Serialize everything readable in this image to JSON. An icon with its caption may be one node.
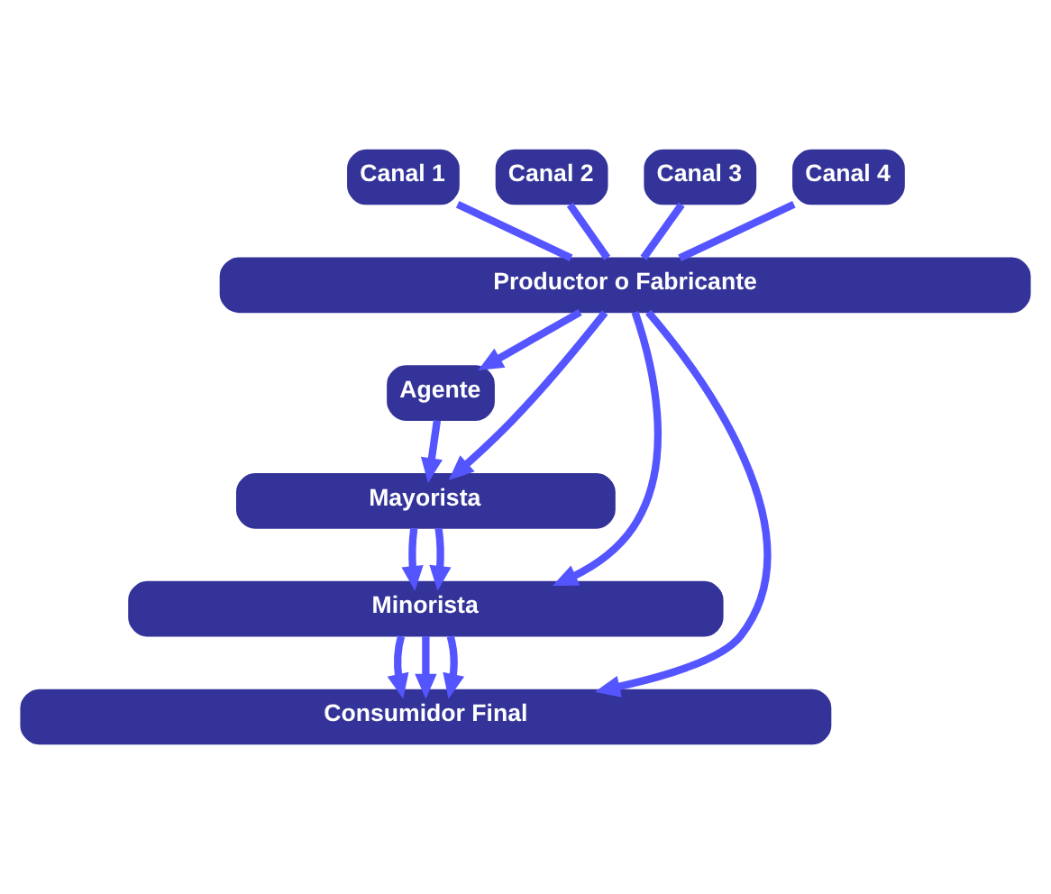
{
  "diagram": {
    "nodes": [
      {
        "text": [
          "Canal 1"
        ]
      },
      {
        "text": [
          "Canal 2"
        ]
      },
      {
        "text": [
          "Canal 3"
        ]
      },
      {
        "text": [
          "Canal 4"
        ]
      },
      {
        "text": [
          "Productor o Fabricante"
        ]
      },
      {
        "text": [
          "Agente"
        ]
      },
      {
        "text": [
          "Mayorista"
        ]
      },
      {
        "text": [
          "Minorista"
        ]
      },
      {
        "text": [
          "Consumidor Final"
        ]
      }
    ],
    "edges": [
      {
        "from": 0,
        "to": 4,
        "arrow": "none"
      },
      {
        "from": 1,
        "to": 4,
        "arrow": "none"
      },
      {
        "from": 2,
        "to": 4,
        "arrow": "none"
      },
      {
        "from": 3,
        "to": 4,
        "arrow": "none"
      },
      {
        "from": 4,
        "to": 8,
        "arrow": "to"
      },
      {
        "from": 4,
        "to": 7,
        "arrow": "to"
      },
      {
        "from": 4,
        "to": 6,
        "arrow": "to"
      },
      {
        "from": 4,
        "to": 5,
        "arrow": "to"
      },
      {
        "from": 5,
        "to": 6,
        "arrow": "to"
      },
      {
        "from": 6,
        "to": 7,
        "arrow": "to"
      },
      {
        "from": 6,
        "to": 7,
        "arrow": "to"
      },
      {
        "from": 7,
        "to": 8,
        "arrow": "to"
      },
      {
        "from": 7,
        "to": 8,
        "arrow": "to"
      },
      {
        "from": 7,
        "to": 8,
        "arrow": "to"
      }
    ]
  }
}
